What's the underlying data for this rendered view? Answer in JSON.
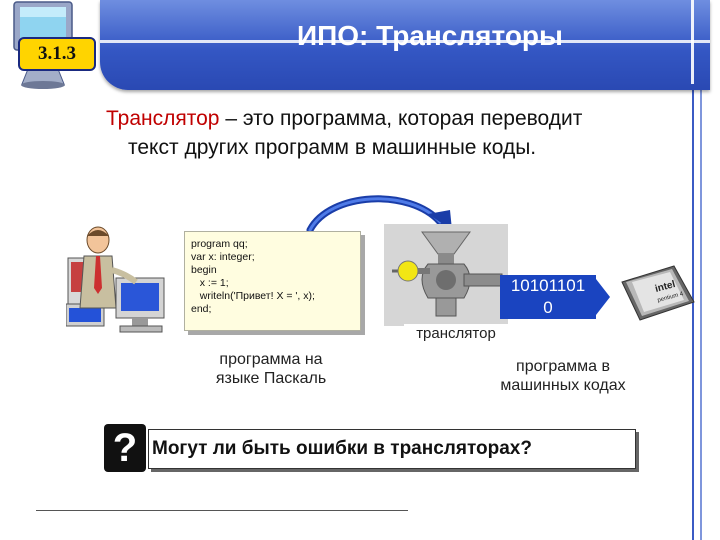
{
  "header": {
    "badge": "3.1.3",
    "title": "ИПО: Трансляторы"
  },
  "definition": {
    "term": "Транслятор",
    "rest_line1": " – это программа, которая переводит",
    "line2": "текст других программ в машинные коды."
  },
  "code": {
    "lines": [
      "program qq;",
      "var x: integer;",
      "begin",
      "   x := 1;",
      "   writeln('Привет! X = ', x);",
      "end;"
    ]
  },
  "captions": {
    "pascal_line1": "программа на",
    "pascal_line2": "языке Паскаль",
    "translator": "транслятор",
    "machine_line1": "программа в",
    "machine_line2": "машинных кодах"
  },
  "binary_output": {
    "line1": "10101101",
    "line2": "0"
  },
  "question": {
    "mark": "?",
    "text": "Могут ли быть ошибки в трансляторах?"
  },
  "chip": {
    "brand": "intel",
    "model": "pentium 4"
  },
  "colors": {
    "title_bar": "#3457c4",
    "badge": "#ffd400",
    "term": "#c00000",
    "binary_box": "#1a44c0"
  }
}
